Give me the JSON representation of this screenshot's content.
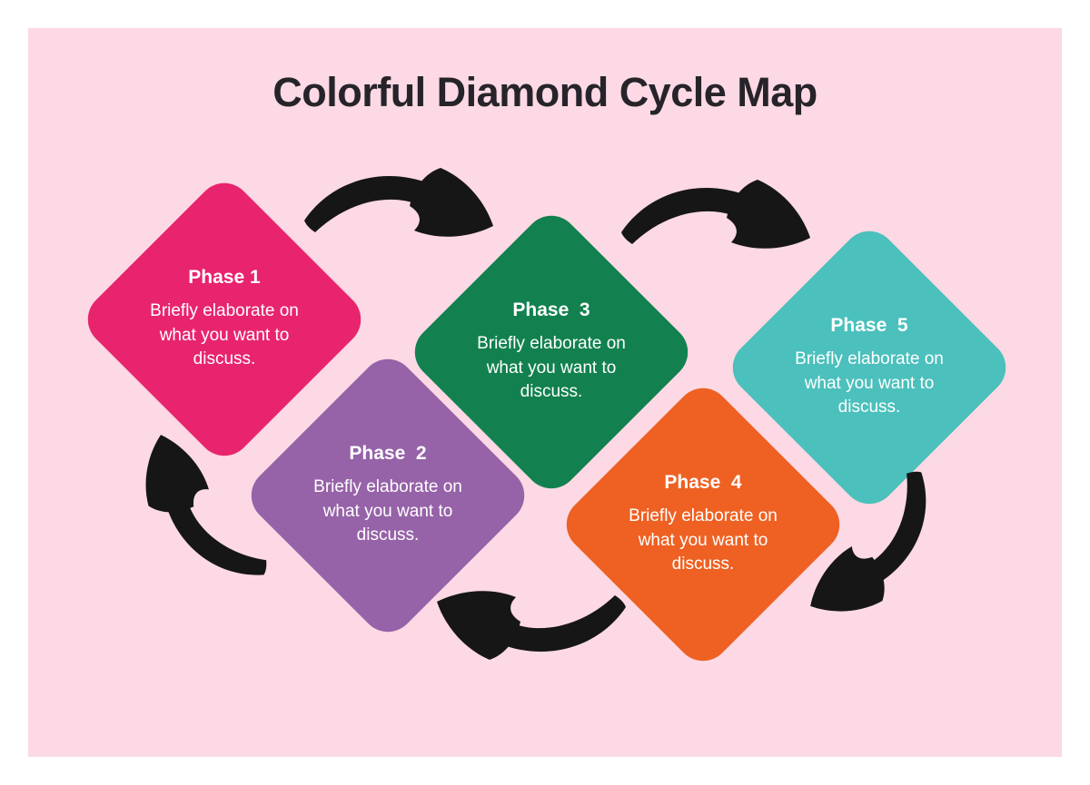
{
  "title": "Colorful Diamond Cycle Map",
  "canvas": {
    "background_color": "#FCD9E4",
    "frame_color": "#FFFFFF"
  },
  "title_color": "#26242A",
  "text_color": "#FFFFFF",
  "arrow_color": "#161616",
  "phases": [
    {
      "label": "Phase 1",
      "description": "Briefly elaborate on what you want to discuss.",
      "color": "#E8246E"
    },
    {
      "label": "Phase  2",
      "description": "Briefly elaborate on what you want to discuss.",
      "color": "#9662A8"
    },
    {
      "label": "Phase  3",
      "description": "Briefly elaborate on what you want to discuss.",
      "color": "#12814F"
    },
    {
      "label": "Phase  4",
      "description": "Briefly elaborate on what you want to discuss.",
      "color": "#EE6123"
    },
    {
      "label": "Phase  5",
      "description": "Briefly elaborate on what you want to discuss.",
      "color": "#4BC0BC"
    }
  ],
  "arrows": [
    {
      "from": "Phase 1",
      "to": "Phase 3"
    },
    {
      "from": "Phase 3",
      "to": "Phase 5"
    },
    {
      "from": "Phase 5",
      "to": "Phase 4"
    },
    {
      "from": "Phase 4",
      "to": "Phase 2"
    },
    {
      "from": "Phase 2",
      "to": "Phase 1"
    }
  ]
}
